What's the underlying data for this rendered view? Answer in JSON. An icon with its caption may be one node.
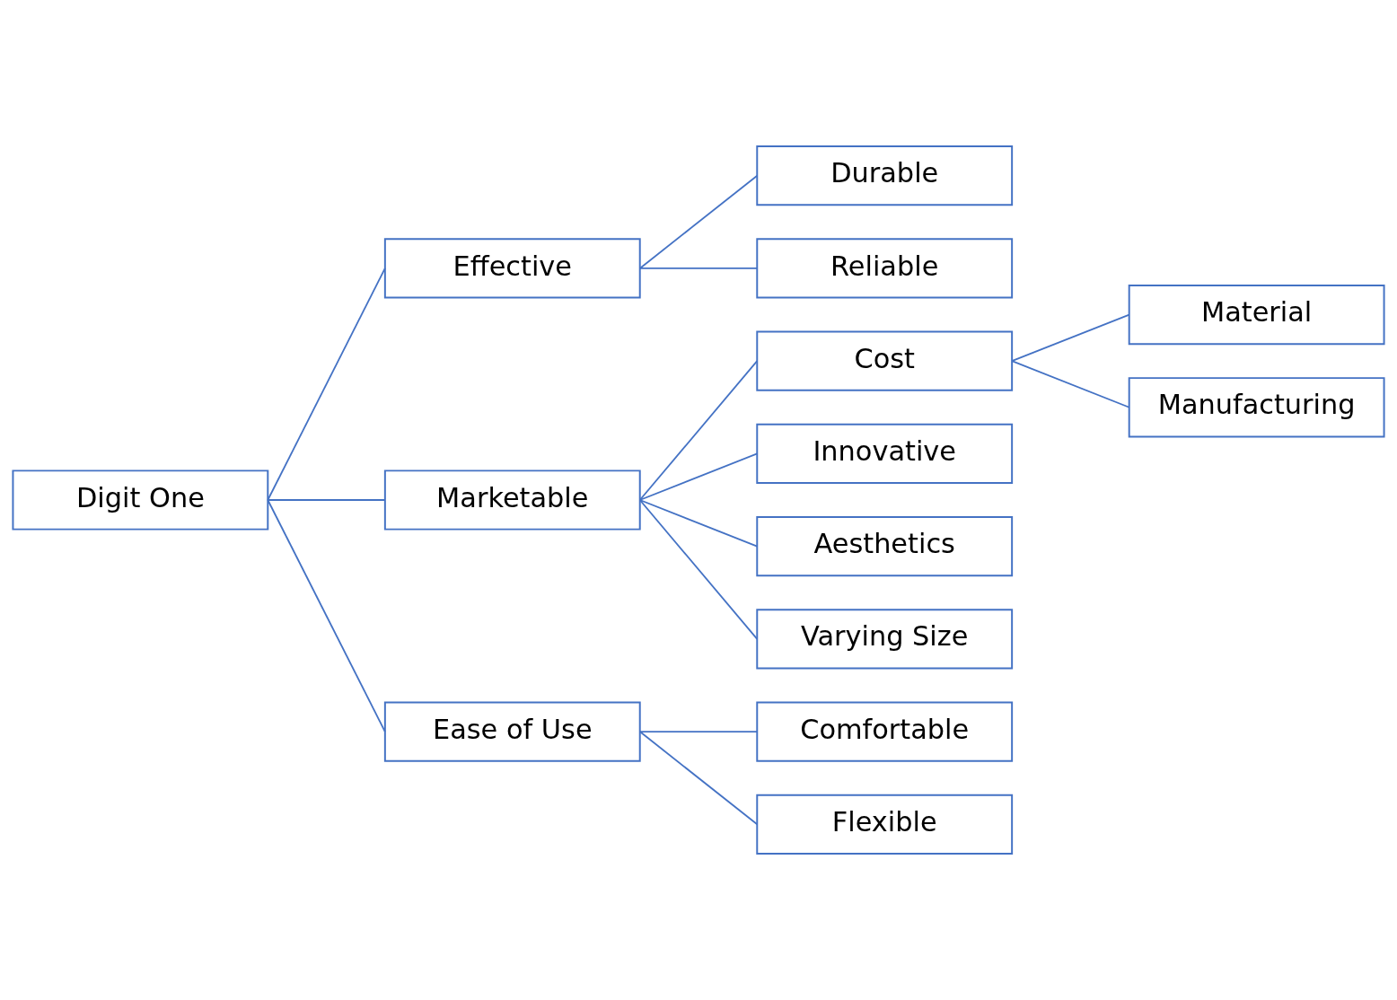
{
  "diagram": {
    "nodes": [
      {
        "text": [
          "Digit One"
        ]
      },
      {
        "text": [
          "Effective"
        ]
      },
      {
        "text": [
          "Marketable"
        ]
      },
      {
        "text": [
          "Ease of Use"
        ]
      },
      {
        "text": [
          "Durable"
        ]
      },
      {
        "text": [
          "Reliable"
        ]
      },
      {
        "text": [
          "Cost"
        ]
      },
      {
        "text": [
          "Innovative"
        ]
      },
      {
        "text": [
          "Aesthetics"
        ]
      },
      {
        "text": [
          "Varying Size"
        ]
      },
      {
        "text": [
          "Comfortable"
        ]
      },
      {
        "text": [
          "Flexible"
        ]
      },
      {
        "text": [
          "Material"
        ]
      },
      {
        "text": [
          "Manufacturing"
        ]
      }
    ],
    "edges": [
      {
        "from": 0,
        "to": 1,
        "arrow": "none"
      },
      {
        "from": 0,
        "to": 2,
        "arrow": "none"
      },
      {
        "from": 0,
        "to": 3,
        "arrow": "none"
      },
      {
        "from": 1,
        "to": 4,
        "arrow": "none"
      },
      {
        "from": 1,
        "to": 5,
        "arrow": "none"
      },
      {
        "from": 2,
        "to": 6,
        "arrow": "none"
      },
      {
        "from": 2,
        "to": 7,
        "arrow": "none"
      },
      {
        "from": 2,
        "to": 8,
        "arrow": "none"
      },
      {
        "from": 2,
        "to": 9,
        "arrow": "none"
      },
      {
        "from": 3,
        "to": 10,
        "arrow": "none"
      },
      {
        "from": 3,
        "to": 11,
        "arrow": "none"
      },
      {
        "from": 6,
        "to": 12,
        "arrow": "none"
      },
      {
        "from": 6,
        "to": 13,
        "arrow": "none"
      }
    ]
  }
}
